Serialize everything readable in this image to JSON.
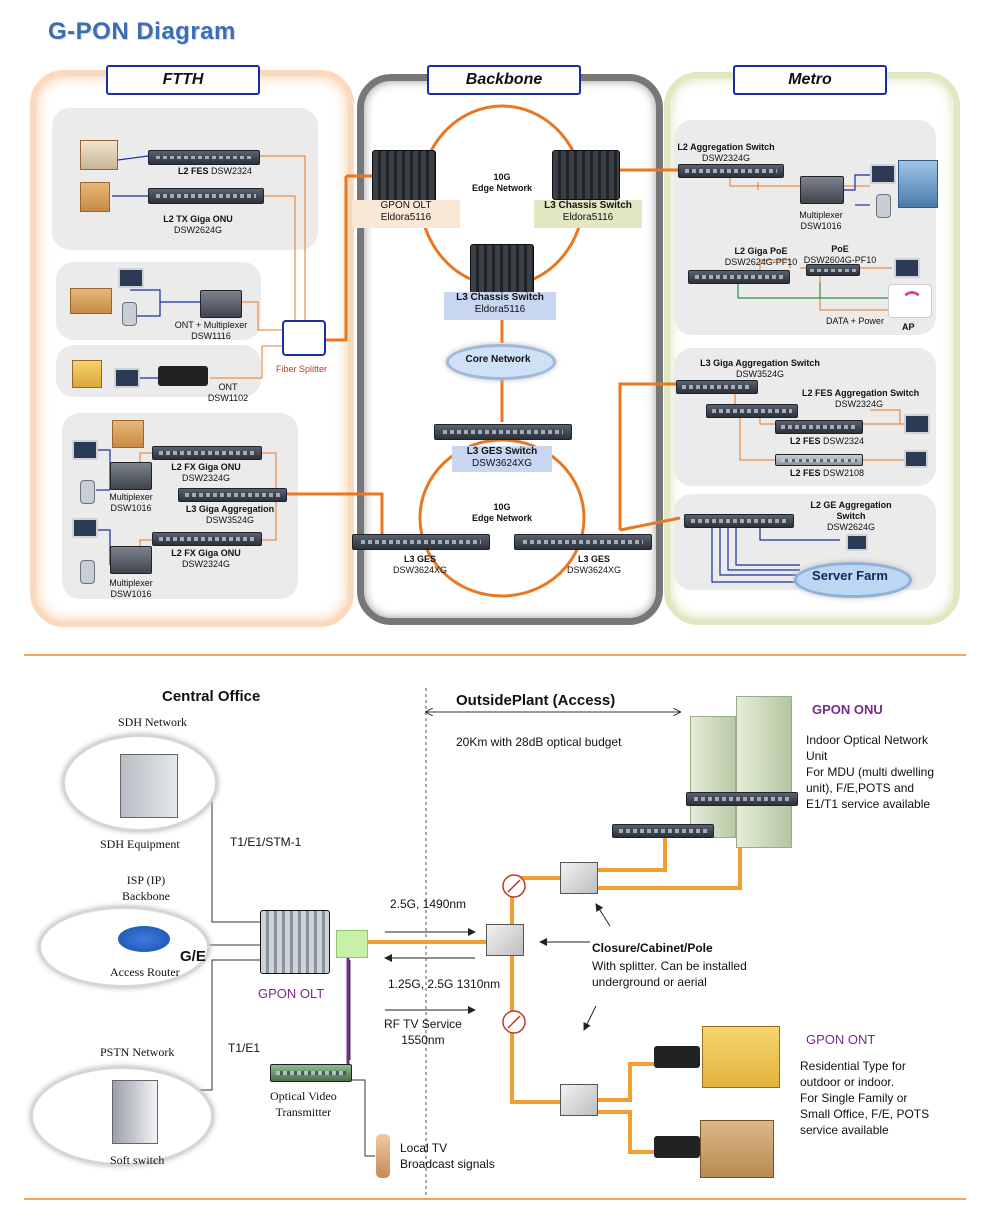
{
  "title": "G-PON Diagram",
  "zones": {
    "ftth": "FTTH",
    "backbone": "Backbone",
    "metro": "Metro"
  },
  "ftth": {
    "l2fes": {
      "name": "L2 FES",
      "model": "DSW2324"
    },
    "l2tx": {
      "name": "L2 TX  Giga ONU",
      "model": "DSW2624G"
    },
    "ont_mux": {
      "name": "ONT + Multiplexer",
      "model": "DSW1116"
    },
    "ont": {
      "name": "ONT",
      "model": "DSW1102"
    },
    "splitter": "Fiber Splitter",
    "l2fx1": {
      "name": "L2 FX  Giga ONU",
      "model": "DSW2324G"
    },
    "mux1": {
      "name": "Multiplexer",
      "model": "DSW1016"
    },
    "l3giga": {
      "name": "L3 Giga Aggregation",
      "model": "DSW3524G"
    },
    "l2fx2": {
      "name": "L2 FX  Giga ONU",
      "model": "DSW2324G"
    },
    "mux2": {
      "name": "Multiplexer",
      "model": "DSW1016"
    }
  },
  "backbone": {
    "ring_top": "10G\nEdge Network",
    "gpon_olt": {
      "name": "GPON OLT",
      "model": "Eldora5116"
    },
    "l3chassis_right": {
      "name": "L3 Chassis Switch",
      "model": "Eldora5116"
    },
    "l3chassis_center": {
      "name": "L3 Chassis Switch",
      "model": "Eldora5116"
    },
    "core": "Core Network",
    "l3ges_switch": {
      "name": "L3 GES Switch",
      "model": "DSW3624XG"
    },
    "ring_bottom": "10G\nEdge Network",
    "l3ges_left": {
      "name": "L3 GES",
      "model": "DSW3624XG"
    },
    "l3ges_right": {
      "name": "L3 GES",
      "model": "DSW3624XG"
    }
  },
  "metro": {
    "l2agg": {
      "name": "L2  Aggregation Switch",
      "model": "DSW2324G"
    },
    "mux": {
      "name": "Multiplexer",
      "model": "DSW1016"
    },
    "l2poe": {
      "name": "L2 Giga PoE",
      "model": "DSW2624G-PF10"
    },
    "poe": {
      "name": "PoE",
      "model": "DSW2604G-PF10"
    },
    "data_power": "DATA + Power",
    "ap": "AP",
    "l3giga": {
      "name": "L3 Giga Aggregation Switch",
      "model": "DSW3524G"
    },
    "l2fesagg": {
      "name": "L2 FES Aggregation Switch",
      "model": "DSW2324G"
    },
    "l2fes1": {
      "name": "L2 FES",
      "model": "DSW2324"
    },
    "l2fes2": {
      "name": "L2 FES",
      "model": "DSW2108"
    },
    "l2ge": {
      "name": "L2 GE Aggregation Switch",
      "model": "DSW2624G"
    },
    "server_farm": "Server Farm"
  },
  "access": {
    "central_office": "Central Office",
    "outside_plant": "OutsidePlant (Access)",
    "sdh_network": "SDH Network",
    "sdh_equipment": "SDH Equipment",
    "isp_backbone": "ISP (IP)\nBackbone",
    "ge": "G/E",
    "access_router": "Access Router",
    "pstn_network": "PSTN Network",
    "soft_switch": "Soft switch",
    "t1e1stm": "T1/E1/STM-1",
    "t1e1": "T1/E1",
    "gpon_olt": "GPON OLT",
    "optical_video": "Optical Video\nTransmitter",
    "local_tv": "Local TV\nBroadcast signals",
    "budget": "20Km with 28dB optical budget",
    "downstream": "2.5G, 1490nm",
    "upstream": "1.25G, 2.5G  1310nm",
    "rf": "RF TV Service\n1550nm",
    "closure_title": "Closure/Cabinet/Pole",
    "closure_desc": "With splitter. Can be installed\nunderground or aerial",
    "onu_title": "GPON ONU",
    "onu_desc": "Indoor Optical Network\nUnit\nFor MDU (multi dwelling\nunit), F/E,POTS and\nE1/T1 service available",
    "ont_title": "GPON ONT",
    "ont_desc": "Residential Type for\noutdoor or indoor.\nFor Single Family or\nSmall Office, F/E, POTS\nservice available"
  },
  "colors": {
    "orange": "#e87722",
    "purple": "#7a2a8c",
    "blue": "#1a2ea0",
    "title": "#3d6eb4"
  }
}
